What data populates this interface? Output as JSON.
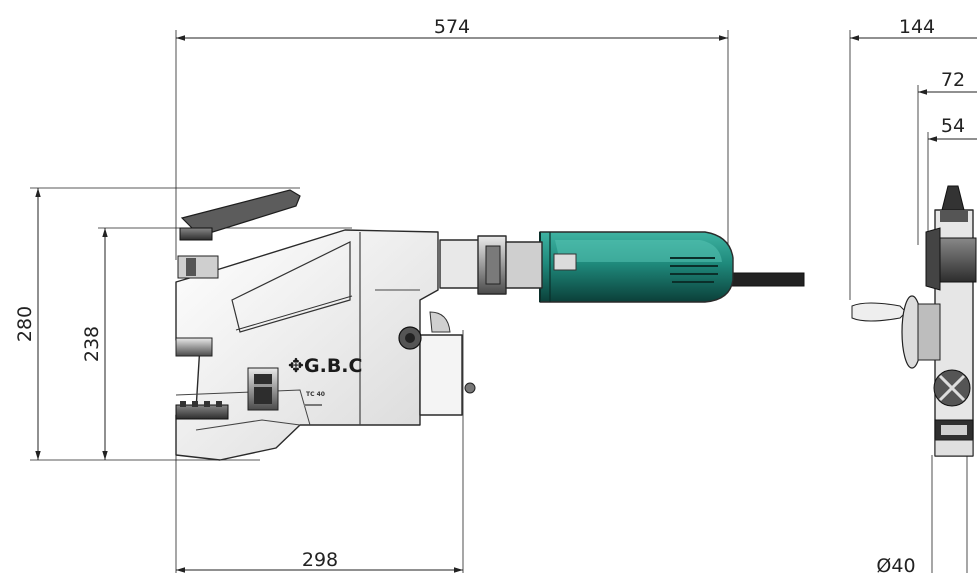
{
  "dimensions": {
    "overall_length": "574",
    "side_width": "144",
    "side_72": "72",
    "side_54": "54",
    "overall_height": "280",
    "height_238": "238",
    "body_length": "298",
    "diameter": "Ø40"
  },
  "labels": {
    "brand": "G.B.C",
    "model": "TC 40"
  },
  "colors": {
    "motor": "#1f8a7c",
    "motor_dark": "#0e5048",
    "body": "#f2f2f2",
    "handle": "#5c5c5c",
    "dim_line": "#222222"
  }
}
